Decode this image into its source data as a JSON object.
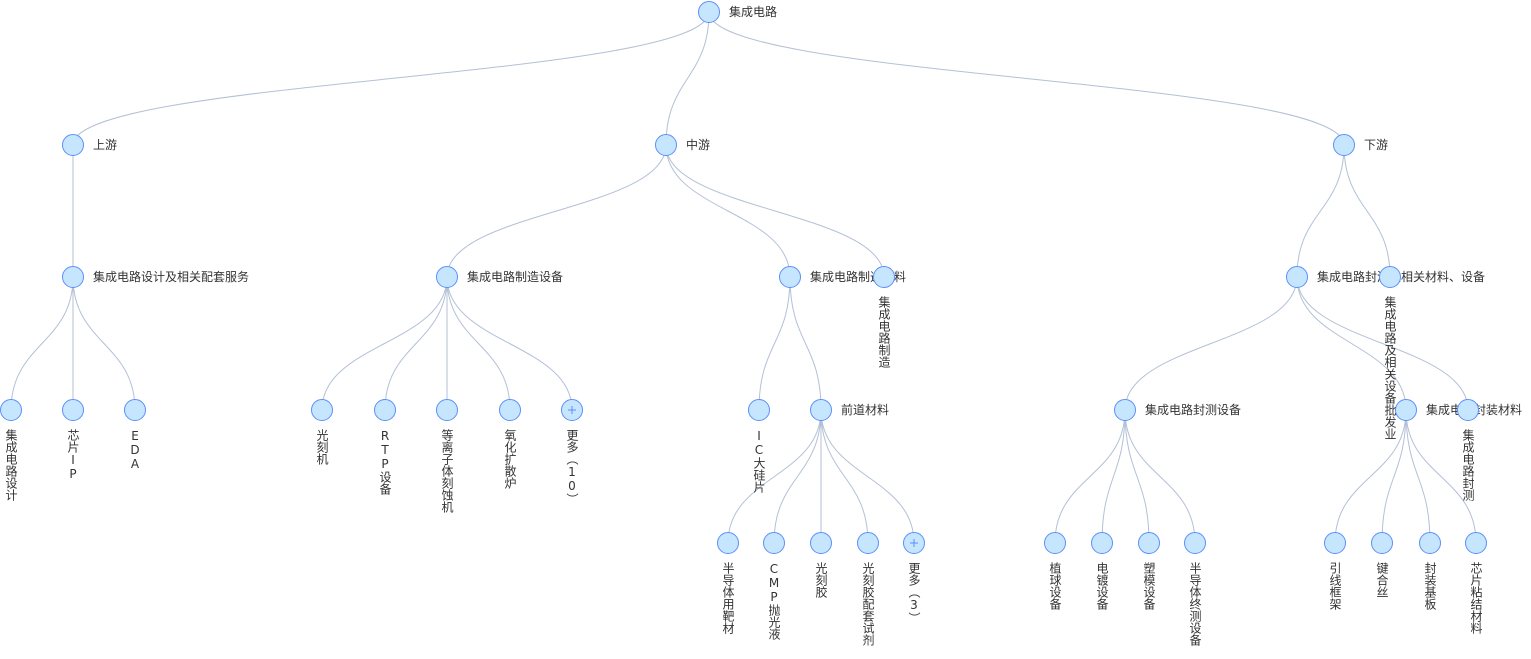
{
  "colors": {
    "node_fill": "#c6e5ff",
    "node_stroke": "#5b8ff9",
    "edge": "#b3c0d6",
    "text": "#333333"
  },
  "tree": {
    "id": "root",
    "label": "集成电路",
    "children": [
      {
        "id": "upstream",
        "label": "上游",
        "children": [
          {
            "id": "up-design",
            "label": "集成电路设计及相关配套服务",
            "children": [
              {
                "id": "ic-design",
                "label": "集成电路设计"
              },
              {
                "id": "chip-ip",
                "label": "芯片IP"
              },
              {
                "id": "eda",
                "label": "EDA"
              }
            ]
          }
        ]
      },
      {
        "id": "midstream",
        "label": "中游",
        "children": [
          {
            "id": "mfg-equip",
            "label": "集成电路制造设备",
            "children": [
              {
                "id": "litho",
                "label": "光刻机"
              },
              {
                "id": "rtp",
                "label": "RTP设备"
              },
              {
                "id": "plasma",
                "label": "等离子体刻蚀机"
              },
              {
                "id": "oxidation",
                "label": "氧化扩散炉"
              },
              {
                "id": "more-10",
                "label": "更多（10）",
                "more": true
              }
            ]
          },
          {
            "id": "mfg-material",
            "label": "集成电路制造材料",
            "children": [
              {
                "id": "si-wafer",
                "label": "IC大硅片"
              },
              {
                "id": "front-material",
                "label": "前道材料",
                "children": [
                  {
                    "id": "target",
                    "label": "半导体用靶材"
                  },
                  {
                    "id": "cmp",
                    "label": "CMP抛光液"
                  },
                  {
                    "id": "photoresist",
                    "label": "光刻胶"
                  },
                  {
                    "id": "pr-reagent",
                    "label": "光刻胶配套试剂"
                  },
                  {
                    "id": "more-3",
                    "label": "更多（3）",
                    "more": true
                  }
                ]
              }
            ]
          },
          {
            "id": "ic-mfg",
            "label": "集成电路制造"
          }
        ]
      },
      {
        "id": "downstream",
        "label": "下游",
        "children": [
          {
            "id": "pkg-related",
            "label": "集成电路封测及相关材料、设备",
            "children": [
              {
                "id": "pkg-equip",
                "label": "集成电路封测设备",
                "children": [
                  {
                    "id": "ball",
                    "label": "植球设备"
                  },
                  {
                    "id": "plating",
                    "label": "电镀设备"
                  },
                  {
                    "id": "molding",
                    "label": "塑模设备"
                  },
                  {
                    "id": "final-test",
                    "label": "半导体终测设备"
                  }
                ]
              },
              {
                "id": "pkg-material",
                "label": "集成电路封装材料",
                "children": [
                  {
                    "id": "leadframe",
                    "label": "引线框架"
                  },
                  {
                    "id": "bond-wire",
                    "label": "键合丝"
                  },
                  {
                    "id": "substrate",
                    "label": "封装基板"
                  },
                  {
                    "id": "die-attach",
                    "label": "芯片粘结材料"
                  }
                ]
              },
              {
                "id": "ic-pkg-test",
                "label": "集成电路封测"
              }
            ]
          },
          {
            "id": "wholesale",
            "label": "集成电路及相关设备批发业"
          }
        ]
      }
    ]
  }
}
